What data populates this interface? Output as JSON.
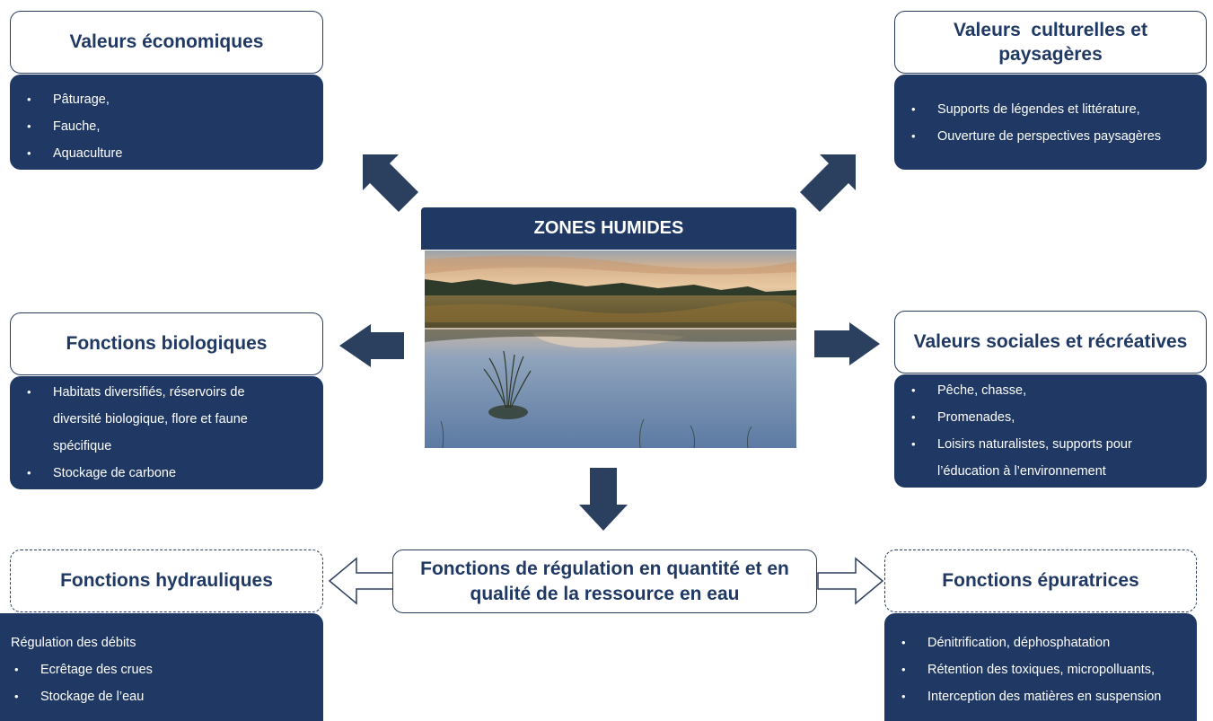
{
  "center": {
    "title": "ZONES HUMIDES"
  },
  "boxes": {
    "eco": {
      "title": "Valeurs économiques",
      "items": [
        "Pâturage,",
        "Fauche,",
        "Aquaculture"
      ]
    },
    "cult": {
      "title": "Valeurs  culturelles et paysagères",
      "items": [
        "Supports de légendes et littérature,",
        "Ouverture de perspectives paysagères"
      ]
    },
    "bio": {
      "title": "Fonctions biologiques",
      "items": [
        "Habitats diversifiés, réservoirs de diversité biologique, flore et faune spécifique",
        "Stockage de carbone"
      ]
    },
    "soc": {
      "title": "Valeurs sociales et récréatives",
      "items": [
        "Pêche, chasse,",
        "Promenades,",
        "Loisirs naturalistes, supports pour l’éducation à l’environnement"
      ]
    },
    "reg": {
      "title": "Fonctions de régulation en quantité et en qualité de la ressource en eau"
    },
    "hyd": {
      "title": "Fonctions hydrauliques",
      "intro": "Régulation des débits",
      "items": [
        "Ecrêtage des crues",
        "Stockage de l’eau"
      ]
    },
    "epu": {
      "title": "Fonctions épuratrices",
      "items": [
        "Dénitrification, déphosphatation",
        "Rétention des toxiques, micropolluants,",
        "Interception des matières en suspension"
      ]
    }
  },
  "colors": {
    "navy": "#1f3864",
    "border": "#2a3c5e",
    "arrow": "#2b3f5f"
  }
}
